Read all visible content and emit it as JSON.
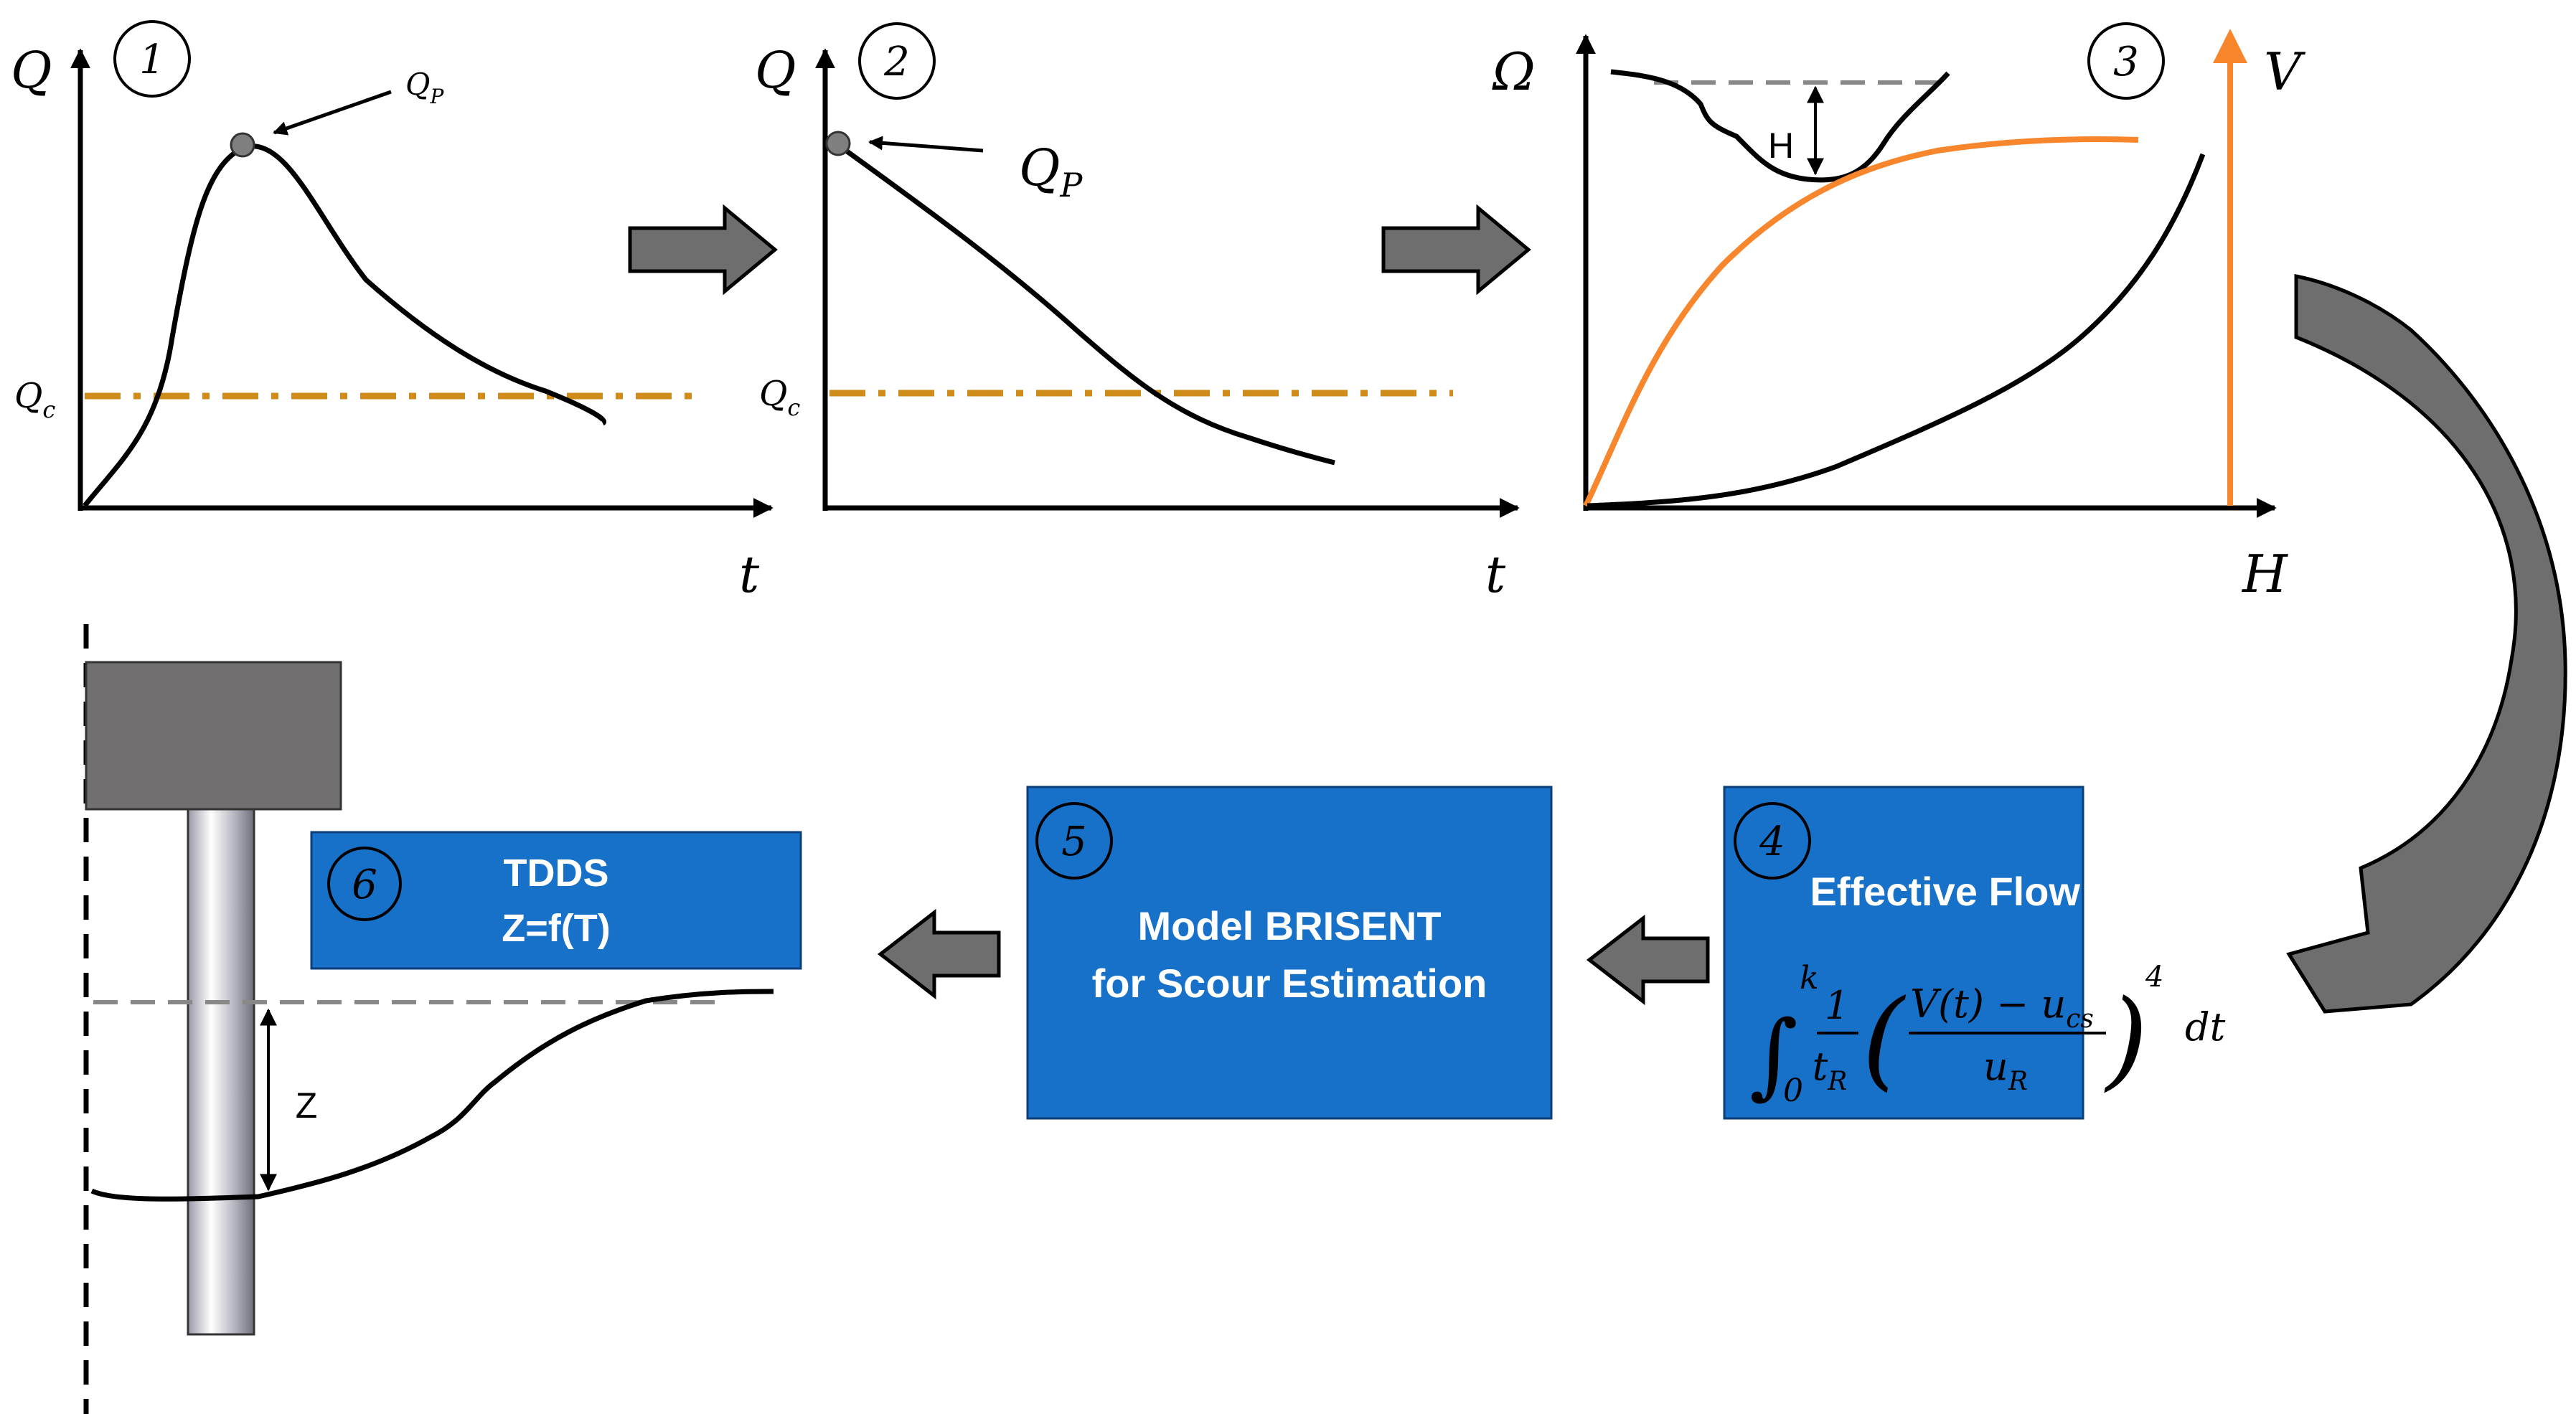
{
  "colors": {
    "threshold": "#d08c1a",
    "orange_curve": "#f7862d",
    "box_fill": "#1871c8",
    "box_border": "#0b3e7a",
    "arrow_fill": "#6e6e6e",
    "pier_cap": "#716f6f",
    "water_dash": "#888888"
  },
  "panel1": {
    "step": "1",
    "y_label": "Q",
    "x_label": "t",
    "peak_label": "Q",
    "peak_sub": "P",
    "threshold_label": "Q",
    "threshold_sub": "c"
  },
  "panel2": {
    "step": "2",
    "y_label": "Q",
    "x_label": "t",
    "peak_label": "Q",
    "peak_sub": "P",
    "threshold_label": "Q",
    "threshold_sub": "c"
  },
  "panel3": {
    "step": "3",
    "y_label_left": "Ω",
    "y_label_right": "V",
    "x_label": "H",
    "channel_depth_label": "H"
  },
  "box4": {
    "step": "4",
    "title": "Effective Flow Work",
    "eq_int": "∫",
    "eq_upper": "k",
    "eq_lower": "0",
    "eq_one": "1",
    "eq_tR": "t",
    "eq_tR_sub": "R",
    "eq_num": "V(t) − u",
    "eq_num_sub": "cs",
    "eq_den": "u",
    "eq_den_sub": "R",
    "eq_exp": "4",
    "eq_dt": "dt"
  },
  "box5": {
    "step": "5",
    "line1": "Model BRISENT",
    "line2": "for Scour Estimation"
  },
  "box6": {
    "step": "6",
    "line1": "TDDS",
    "line2": "Z=f(T)"
  },
  "scour": {
    "depth_label": "Z"
  },
  "icons": [
    "flow-arrow-icon",
    "curved-flow-arrow-icon",
    "step-number-circle"
  ]
}
